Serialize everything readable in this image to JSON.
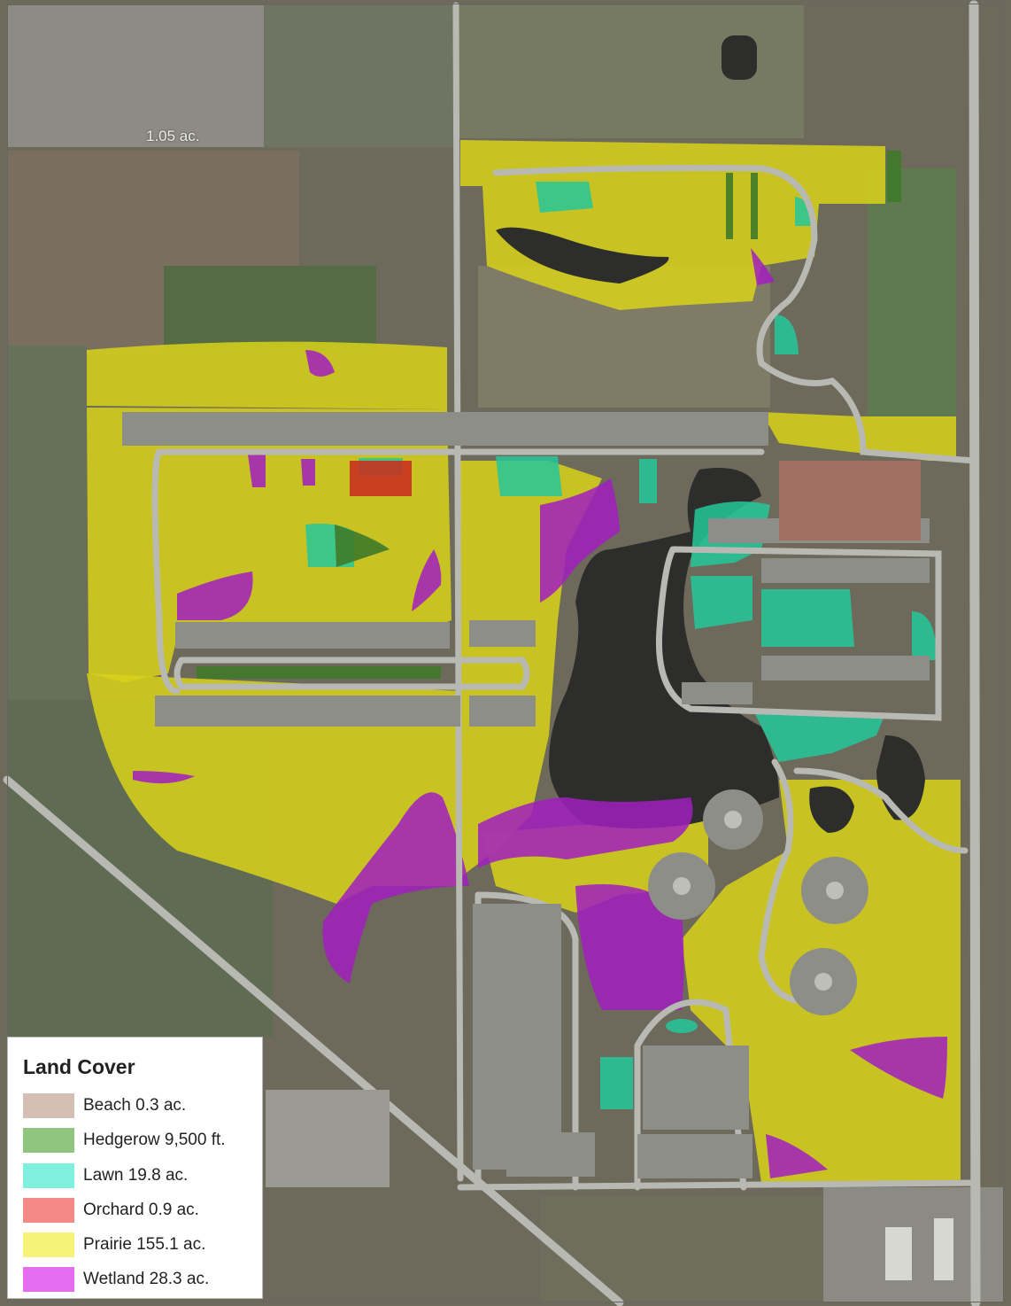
{
  "map_label": "1.05 ac.",
  "legend": {
    "title": "Land Cover",
    "items": [
      {
        "key": "beach",
        "label": "Beach  0.3 ac.",
        "color": "#d4bfb4"
      },
      {
        "key": "hedgerow",
        "label": "Hedgerow  9,500 ft.",
        "color": "#8fc57f"
      },
      {
        "key": "lawn",
        "label": "Lawn  19.8 ac.",
        "color": "#7ff0de"
      },
      {
        "key": "orchard",
        "label": "Orchard  0.9 ac.",
        "color": "#f38a85"
      },
      {
        "key": "prairie",
        "label": "Prairie  155.1 ac.",
        "color": "#f6f27a"
      },
      {
        "key": "wetland",
        "label": "Wetland  28.3 ac.",
        "color": "#e36cf0"
      }
    ]
  },
  "colors": {
    "prairie_overlay": "#d8d21a",
    "wetland_overlay": "#a11ec0",
    "lawn_overlay": "#25c79a",
    "orchard_overlay": "#c8321f",
    "hedgerow_overlay": "#3f7a2a",
    "water": "#2d2e2c",
    "aerial_base": "#6e6a5a",
    "roads": "#b9b9b4"
  }
}
